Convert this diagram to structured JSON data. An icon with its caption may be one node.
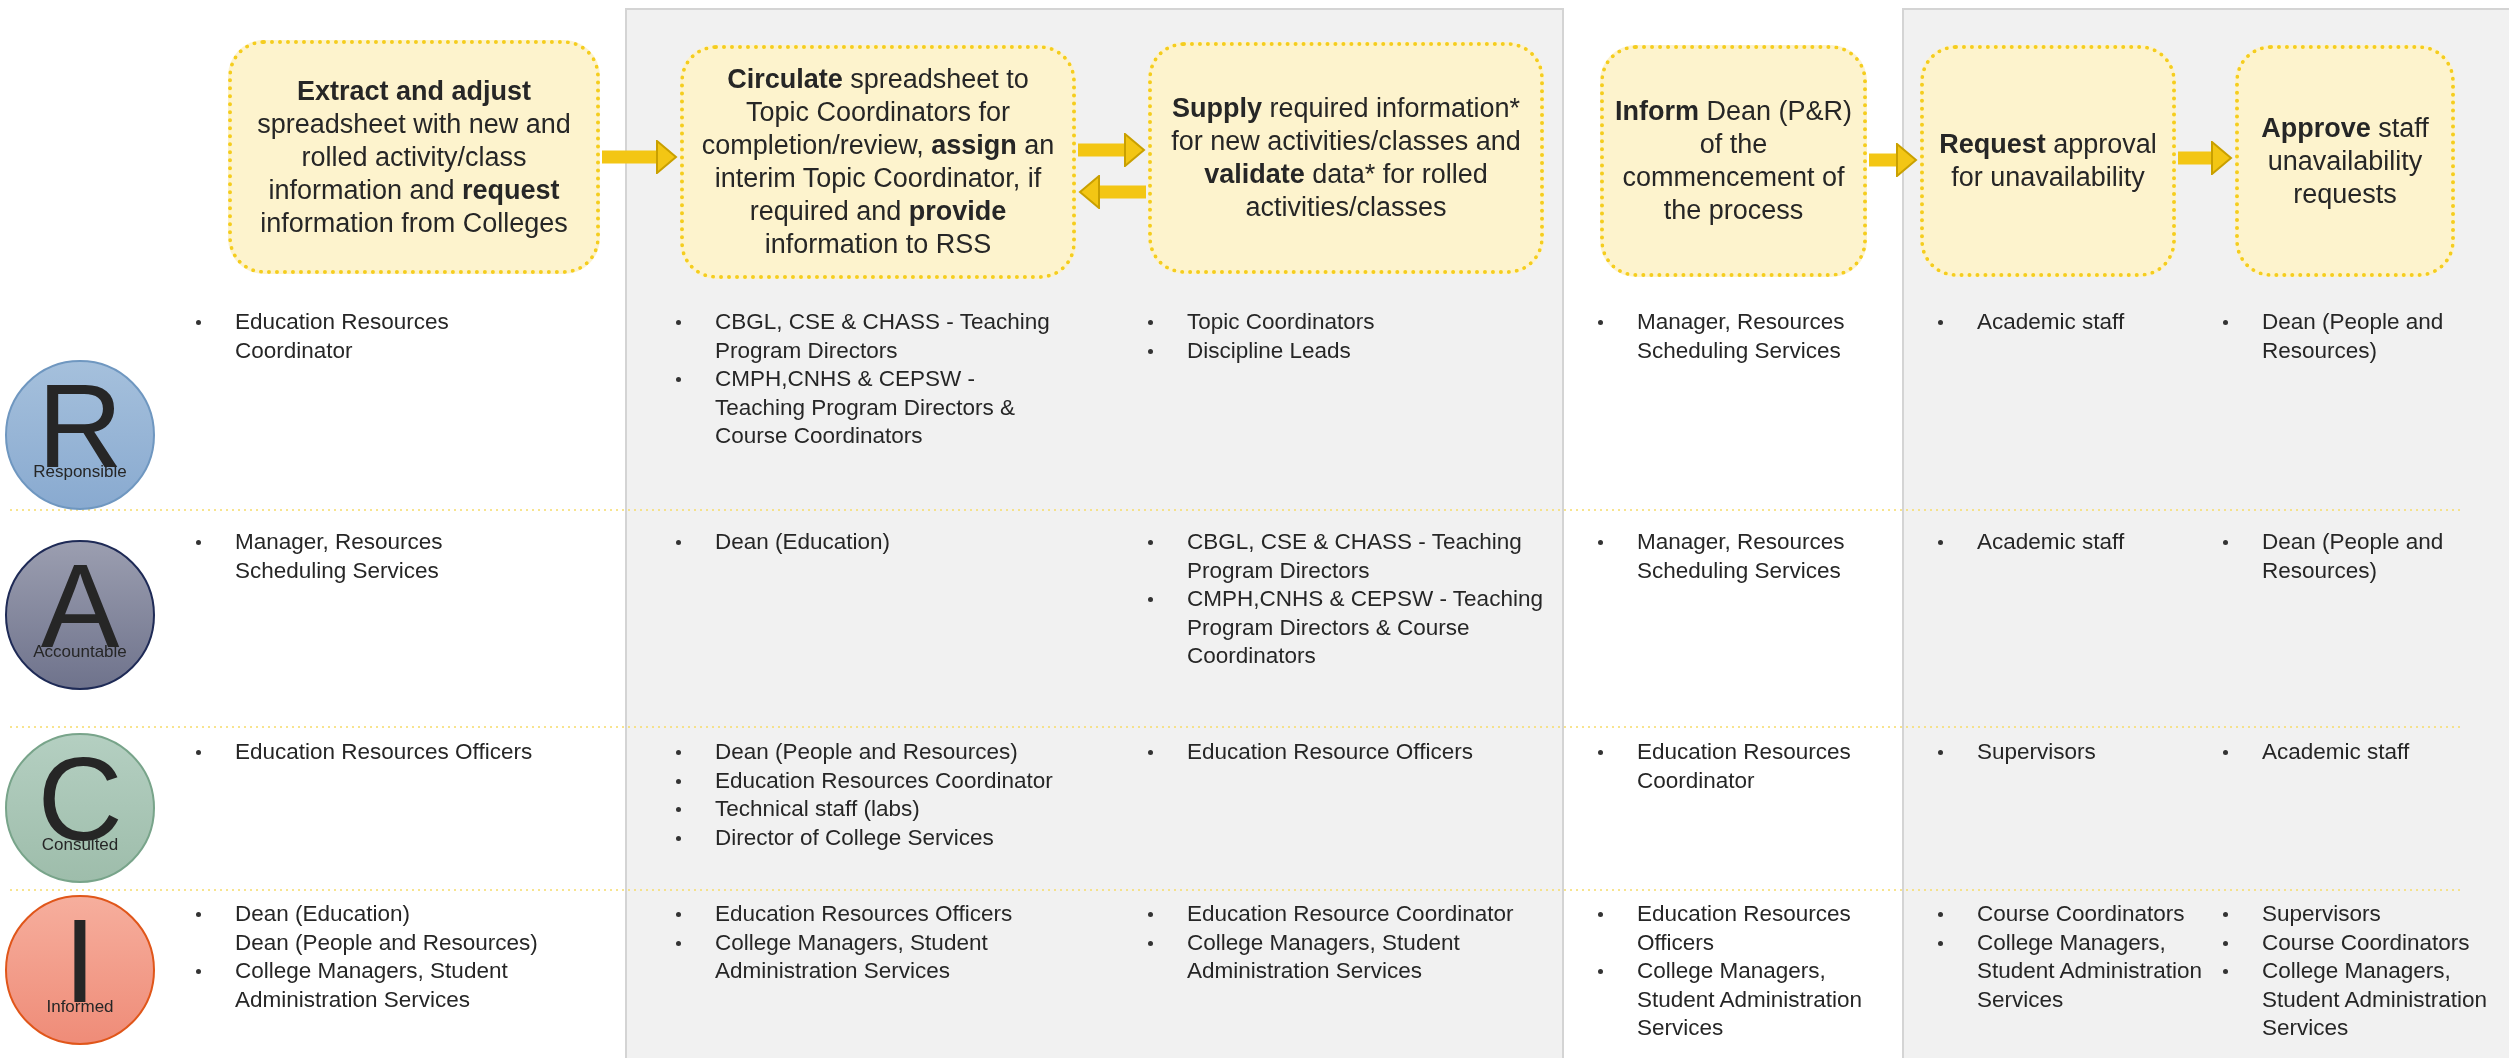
{
  "diagram": {
    "nodes": [
      {
        "text": [
          "**Extract and adjust** spreadsheet with new and rolled activity/class information and **request** information from Colleges"
        ]
      },
      {
        "text": [
          "**Circulate** spreadsheet to Topic Coordinators for completion/review, **assign** an interim Topic Coordinator, if required and **provide** information to RSS"
        ]
      },
      {
        "text": [
          "**Supply** required information* for new activities/classes and **validate** data* for rolled activities/classes"
        ]
      },
      {
        "text": [
          "**Inform** Dean (P&R) of the commencement of the process"
        ]
      },
      {
        "text": [
          "**Request** approval for unavailability"
        ]
      },
      {
        "text": [
          "**Approve** staff unavailability requests"
        ]
      },
      {
        "text": [
          "R",
          "Responsible"
        ]
      },
      {
        "text": [
          "A",
          "Accountable"
        ]
      },
      {
        "text": [
          "C",
          "Consulted"
        ]
      },
      {
        "text": [
          "I",
          "Informed"
        ]
      }
    ],
    "edges": [
      {
        "from": 0,
        "to": 1,
        "arrow": "to"
      },
      {
        "from": 1,
        "to": 2,
        "arrow": "to"
      },
      {
        "from": 2,
        "to": 1,
        "arrow": "to"
      },
      {
        "from": 3,
        "to": 4,
        "arrow": "to"
      },
      {
        "from": 4,
        "to": 5,
        "arrow": "to"
      }
    ],
    "labels": [
      "Education Resources Coordinator",
      "CBGL, CSE & CHASS - Teaching Program Directors",
      "CMPH,CNHS & CEPSW - Teaching Program Directors & Course Coordinators",
      "Topic Coordinators",
      "Discipline Leads",
      "Manager, Resources Scheduling Services",
      "Academic staff",
      "Dean (People and Resources)",
      "Manager, Resources Scheduling Services",
      "Dean (Education)",
      "CBGL, CSE & CHASS - Teaching Program Directors",
      "CMPH,CNHS & CEPSW - Teaching Program Directors & Course Coordinators",
      "Manager, Resources Scheduling Services",
      "Academic staff",
      "Dean (People and Resources)",
      "Education Resources Officers",
      "Dean (People and Resources)",
      "Education Resources Coordinator",
      "Technical staff (labs)",
      "Director of College Services",
      "Education Resource Officers",
      "Education Resources Coordinator",
      "Supervisors",
      "Academic staff",
      "Dean (Education)",
      "Dean (People and Resources)",
      "College Managers, Student Administration Services",
      "Education Resources Officers",
      "College Managers, Student Administration Services",
      "Education Resource Coordinator",
      "College Managers, Student Administration Services",
      "Education Resources Officers",
      "College Managers, Student Administration Services",
      "Course Coordinators",
      "College Managers, Student Administration Services",
      "Supervisors",
      "Course Coordinators",
      "College Managers, Student Administration Services"
    ]
  }
}
